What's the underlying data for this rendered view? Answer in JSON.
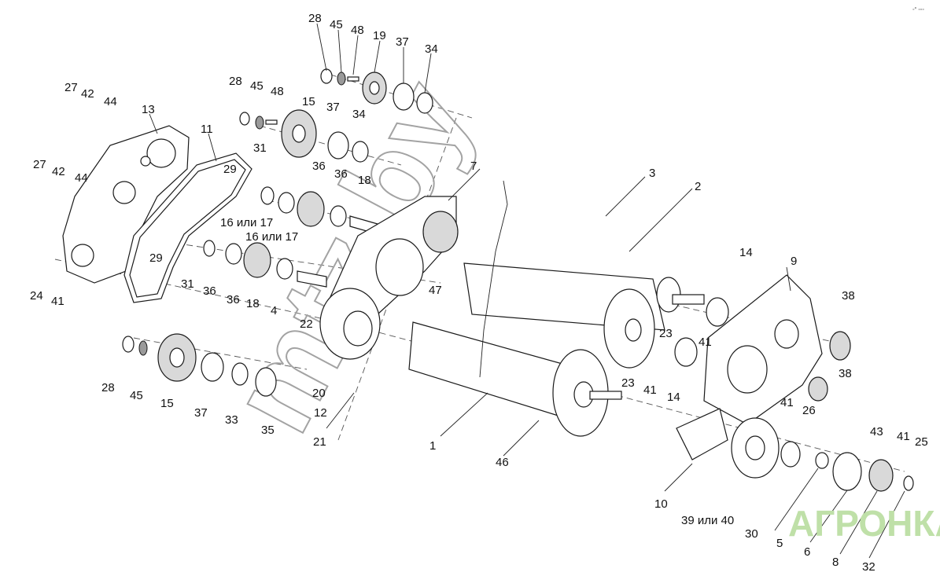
{
  "diagram": {
    "watermark": "mtz.by",
    "logo_text": "АГРОНКА",
    "corner_mark": "◦° ◦◦◦",
    "callouts": [
      {
        "id": "l28a",
        "text": "28"
      },
      {
        "id": "l45a",
        "text": "45"
      },
      {
        "id": "l48a",
        "text": "48"
      },
      {
        "id": "l19",
        "text": "19"
      },
      {
        "id": "l37a",
        "text": "37"
      },
      {
        "id": "l34a",
        "text": "34"
      },
      {
        "id": "l28b",
        "text": "28"
      },
      {
        "id": "l45b",
        "text": "45"
      },
      {
        "id": "l48b",
        "text": "48"
      },
      {
        "id": "l15a",
        "text": "15"
      },
      {
        "id": "l37b",
        "text": "37"
      },
      {
        "id": "l34b",
        "text": "34"
      },
      {
        "id": "l27a",
        "text": "27"
      },
      {
        "id": "l42a",
        "text": "42"
      },
      {
        "id": "l44a",
        "text": "44"
      },
      {
        "id": "l13",
        "text": "13"
      },
      {
        "id": "l11",
        "text": "11"
      },
      {
        "id": "l31a",
        "text": "31"
      },
      {
        "id": "l36a",
        "text": "36"
      },
      {
        "id": "l36b",
        "text": "36"
      },
      {
        "id": "l18a",
        "text": "18"
      },
      {
        "id": "l29a",
        "text": "29"
      },
      {
        "id": "l27b",
        "text": "27"
      },
      {
        "id": "l42b",
        "text": "42"
      },
      {
        "id": "l44b",
        "text": "44"
      },
      {
        "id": "l16a",
        "text": "16 или 17"
      },
      {
        "id": "l16b",
        "text": "16 или 17"
      },
      {
        "id": "l29b",
        "text": "29"
      },
      {
        "id": "l24",
        "text": "24"
      },
      {
        "id": "l41a",
        "text": "41"
      },
      {
        "id": "l31b",
        "text": "31"
      },
      {
        "id": "l36c",
        "text": "36"
      },
      {
        "id": "l36d",
        "text": "36"
      },
      {
        "id": "l18b",
        "text": "18"
      },
      {
        "id": "l4",
        "text": "4"
      },
      {
        "id": "l22",
        "text": "22"
      },
      {
        "id": "l7",
        "text": "7"
      },
      {
        "id": "l47",
        "text": "47"
      },
      {
        "id": "l3",
        "text": "3"
      },
      {
        "id": "l2",
        "text": "2"
      },
      {
        "id": "l14a",
        "text": "14"
      },
      {
        "id": "l9",
        "text": "9"
      },
      {
        "id": "l38a",
        "text": "38"
      },
      {
        "id": "l23a",
        "text": "23"
      },
      {
        "id": "l41b",
        "text": "41"
      },
      {
        "id": "l23b",
        "text": "23"
      },
      {
        "id": "l41c",
        "text": "41"
      },
      {
        "id": "l14b",
        "text": "14"
      },
      {
        "id": "l38b",
        "text": "38"
      },
      {
        "id": "l28c",
        "text": "28"
      },
      {
        "id": "l45c",
        "text": "45"
      },
      {
        "id": "l15b",
        "text": "15"
      },
      {
        "id": "l37c",
        "text": "37"
      },
      {
        "id": "l33",
        "text": "33"
      },
      {
        "id": "l35",
        "text": "35"
      },
      {
        "id": "l20",
        "text": "20"
      },
      {
        "id": "l12",
        "text": "12"
      },
      {
        "id": "l21",
        "text": "21"
      },
      {
        "id": "l1",
        "text": "1"
      },
      {
        "id": "l46",
        "text": "46"
      },
      {
        "id": "l41d",
        "text": "41"
      },
      {
        "id": "l26",
        "text": "26"
      },
      {
        "id": "l43",
        "text": "43"
      },
      {
        "id": "l41e",
        "text": "41"
      },
      {
        "id": "l25",
        "text": "25"
      },
      {
        "id": "l10",
        "text": "10"
      },
      {
        "id": "l39",
        "text": "39 или 40"
      },
      {
        "id": "l30",
        "text": "30"
      },
      {
        "id": "l5",
        "text": "5"
      },
      {
        "id": "l6",
        "text": "6"
      },
      {
        "id": "l8",
        "text": "8"
      },
      {
        "id": "l32",
        "text": "32"
      }
    ]
  }
}
